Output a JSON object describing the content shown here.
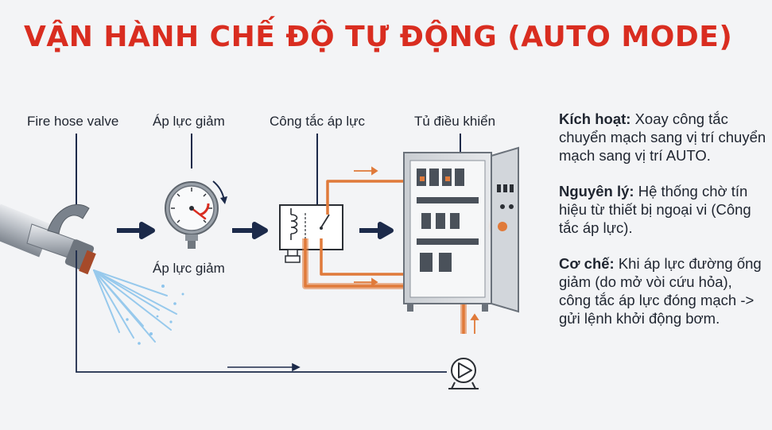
{
  "title": "VẬN HÀNH CHẾ ĐỘ TỰ ĐỘNG (AUTO MODE)",
  "labels": {
    "valve": "Fire hose valve",
    "gauge_top": "Áp lực giảm",
    "switch": "Công tắc áp lực",
    "panel": "Tủ điều khiển",
    "gauge_bottom": "Áp lực giảm"
  },
  "description": [
    {
      "heading": "Kích hoạt:",
      "text": "Xoay công tắc chuyển mạch sang vị trí chuyển mạch sang vị trí AUTO."
    },
    {
      "heading": "Nguyên lý:",
      "text": "Hệ thống chờ tín hiệu từ thiết bị ngoại vi (Công tắc áp lực)."
    },
    {
      "heading": "Cơ chế:",
      "text": "Khi áp lực đường ống giảm (do mở vòi cứu hỏa), công tắc áp lực đóng mạch -> gửi lệnh khởi động bơm."
    }
  ],
  "colors": {
    "title": "#d92d20",
    "arrow": "#1c2a4a",
    "signal_wire": "#e07a3a",
    "gauge_needle": "#d92d20"
  },
  "icons": [
    "fire-hose-nozzle-icon",
    "pressure-gauge-icon",
    "pressure-switch-icon",
    "control-panel-icon",
    "pump-icon"
  ]
}
